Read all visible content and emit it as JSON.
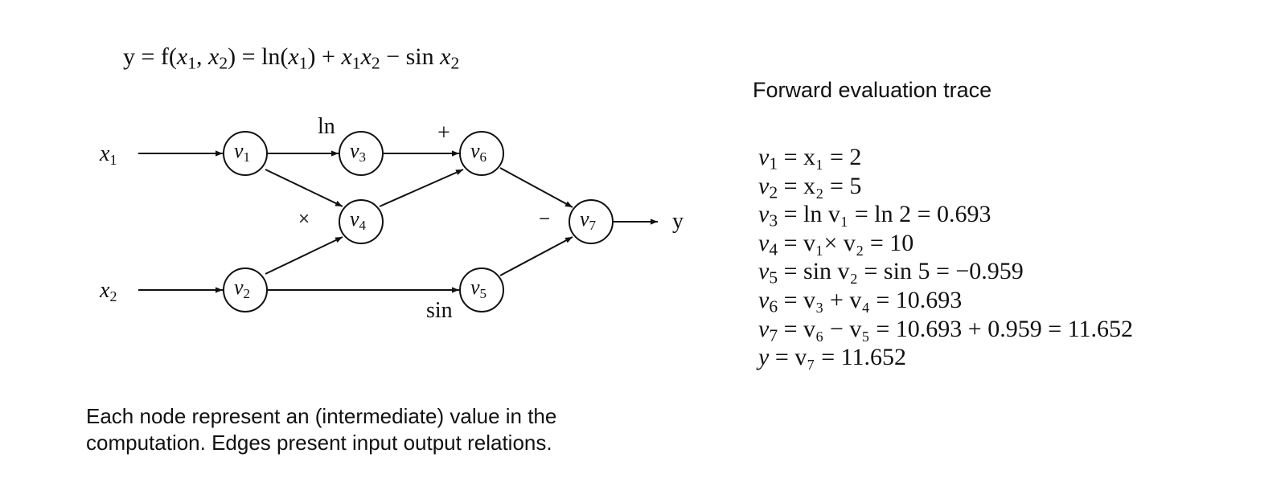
{
  "formula": {
    "lhs": "y = f(",
    "arg1": "x",
    "arg1_sub": "1",
    "comma": ", ",
    "arg2": "x",
    "arg2_sub": "2",
    "mid": ") = ln(",
    "t1": "x",
    "t1_sub": "1",
    "after_ln": ") + ",
    "t2a": "x",
    "t2a_sub": "1",
    "t2b": "x",
    "t2b_sub": "2",
    "minus_sin": " − sin ",
    "t3": "x",
    "t3_sub": "2"
  },
  "trace": {
    "title": "Forward evaluation trace",
    "lines": [
      {
        "lhs": "v",
        "lhs_sub": "1",
        "rhs": " = x₁ = 2"
      },
      {
        "lhs": "v",
        "lhs_sub": "2",
        "rhs": " = x₂ = 5"
      },
      {
        "lhs": "v",
        "lhs_sub": "3",
        "rhs": " = ln v₁ = ln 2 = 0.693"
      },
      {
        "lhs": "v",
        "lhs_sub": "4",
        "rhs": " = v₁× v₂ = 10"
      },
      {
        "lhs": "v",
        "lhs_sub": "5",
        "rhs": " = sin v₂ = sin 5 = −0.959"
      },
      {
        "lhs": "v",
        "lhs_sub": "6",
        "rhs": " = v₃ + v₄ = 10.693"
      },
      {
        "lhs": "v",
        "lhs_sub": "7",
        "rhs": " = v₆ − v₅ = 10.693 + 0.959 = 11.652"
      },
      {
        "lhs": "y",
        "lhs_sub": "",
        "rhs": " = v₇ = 11.652"
      }
    ]
  },
  "graph": {
    "inputs": [
      {
        "label": "x",
        "sub": "1"
      },
      {
        "label": "x",
        "sub": "2"
      }
    ],
    "output_label": "y",
    "nodes": [
      {
        "label": "v",
        "sub": "1"
      },
      {
        "label": "v",
        "sub": "2"
      },
      {
        "label": "v",
        "sub": "3"
      },
      {
        "label": "v",
        "sub": "4"
      },
      {
        "label": "v",
        "sub": "5"
      },
      {
        "label": "v",
        "sub": "6"
      },
      {
        "label": "v",
        "sub": "7"
      }
    ],
    "ops": {
      "ln": "ln",
      "plus": "+",
      "times": "×",
      "minus": "−",
      "sin": "sin"
    }
  },
  "caption": {
    "line1": "Each node represent an (intermediate) value in the",
    "line2": "computation. Edges present input output relations."
  }
}
